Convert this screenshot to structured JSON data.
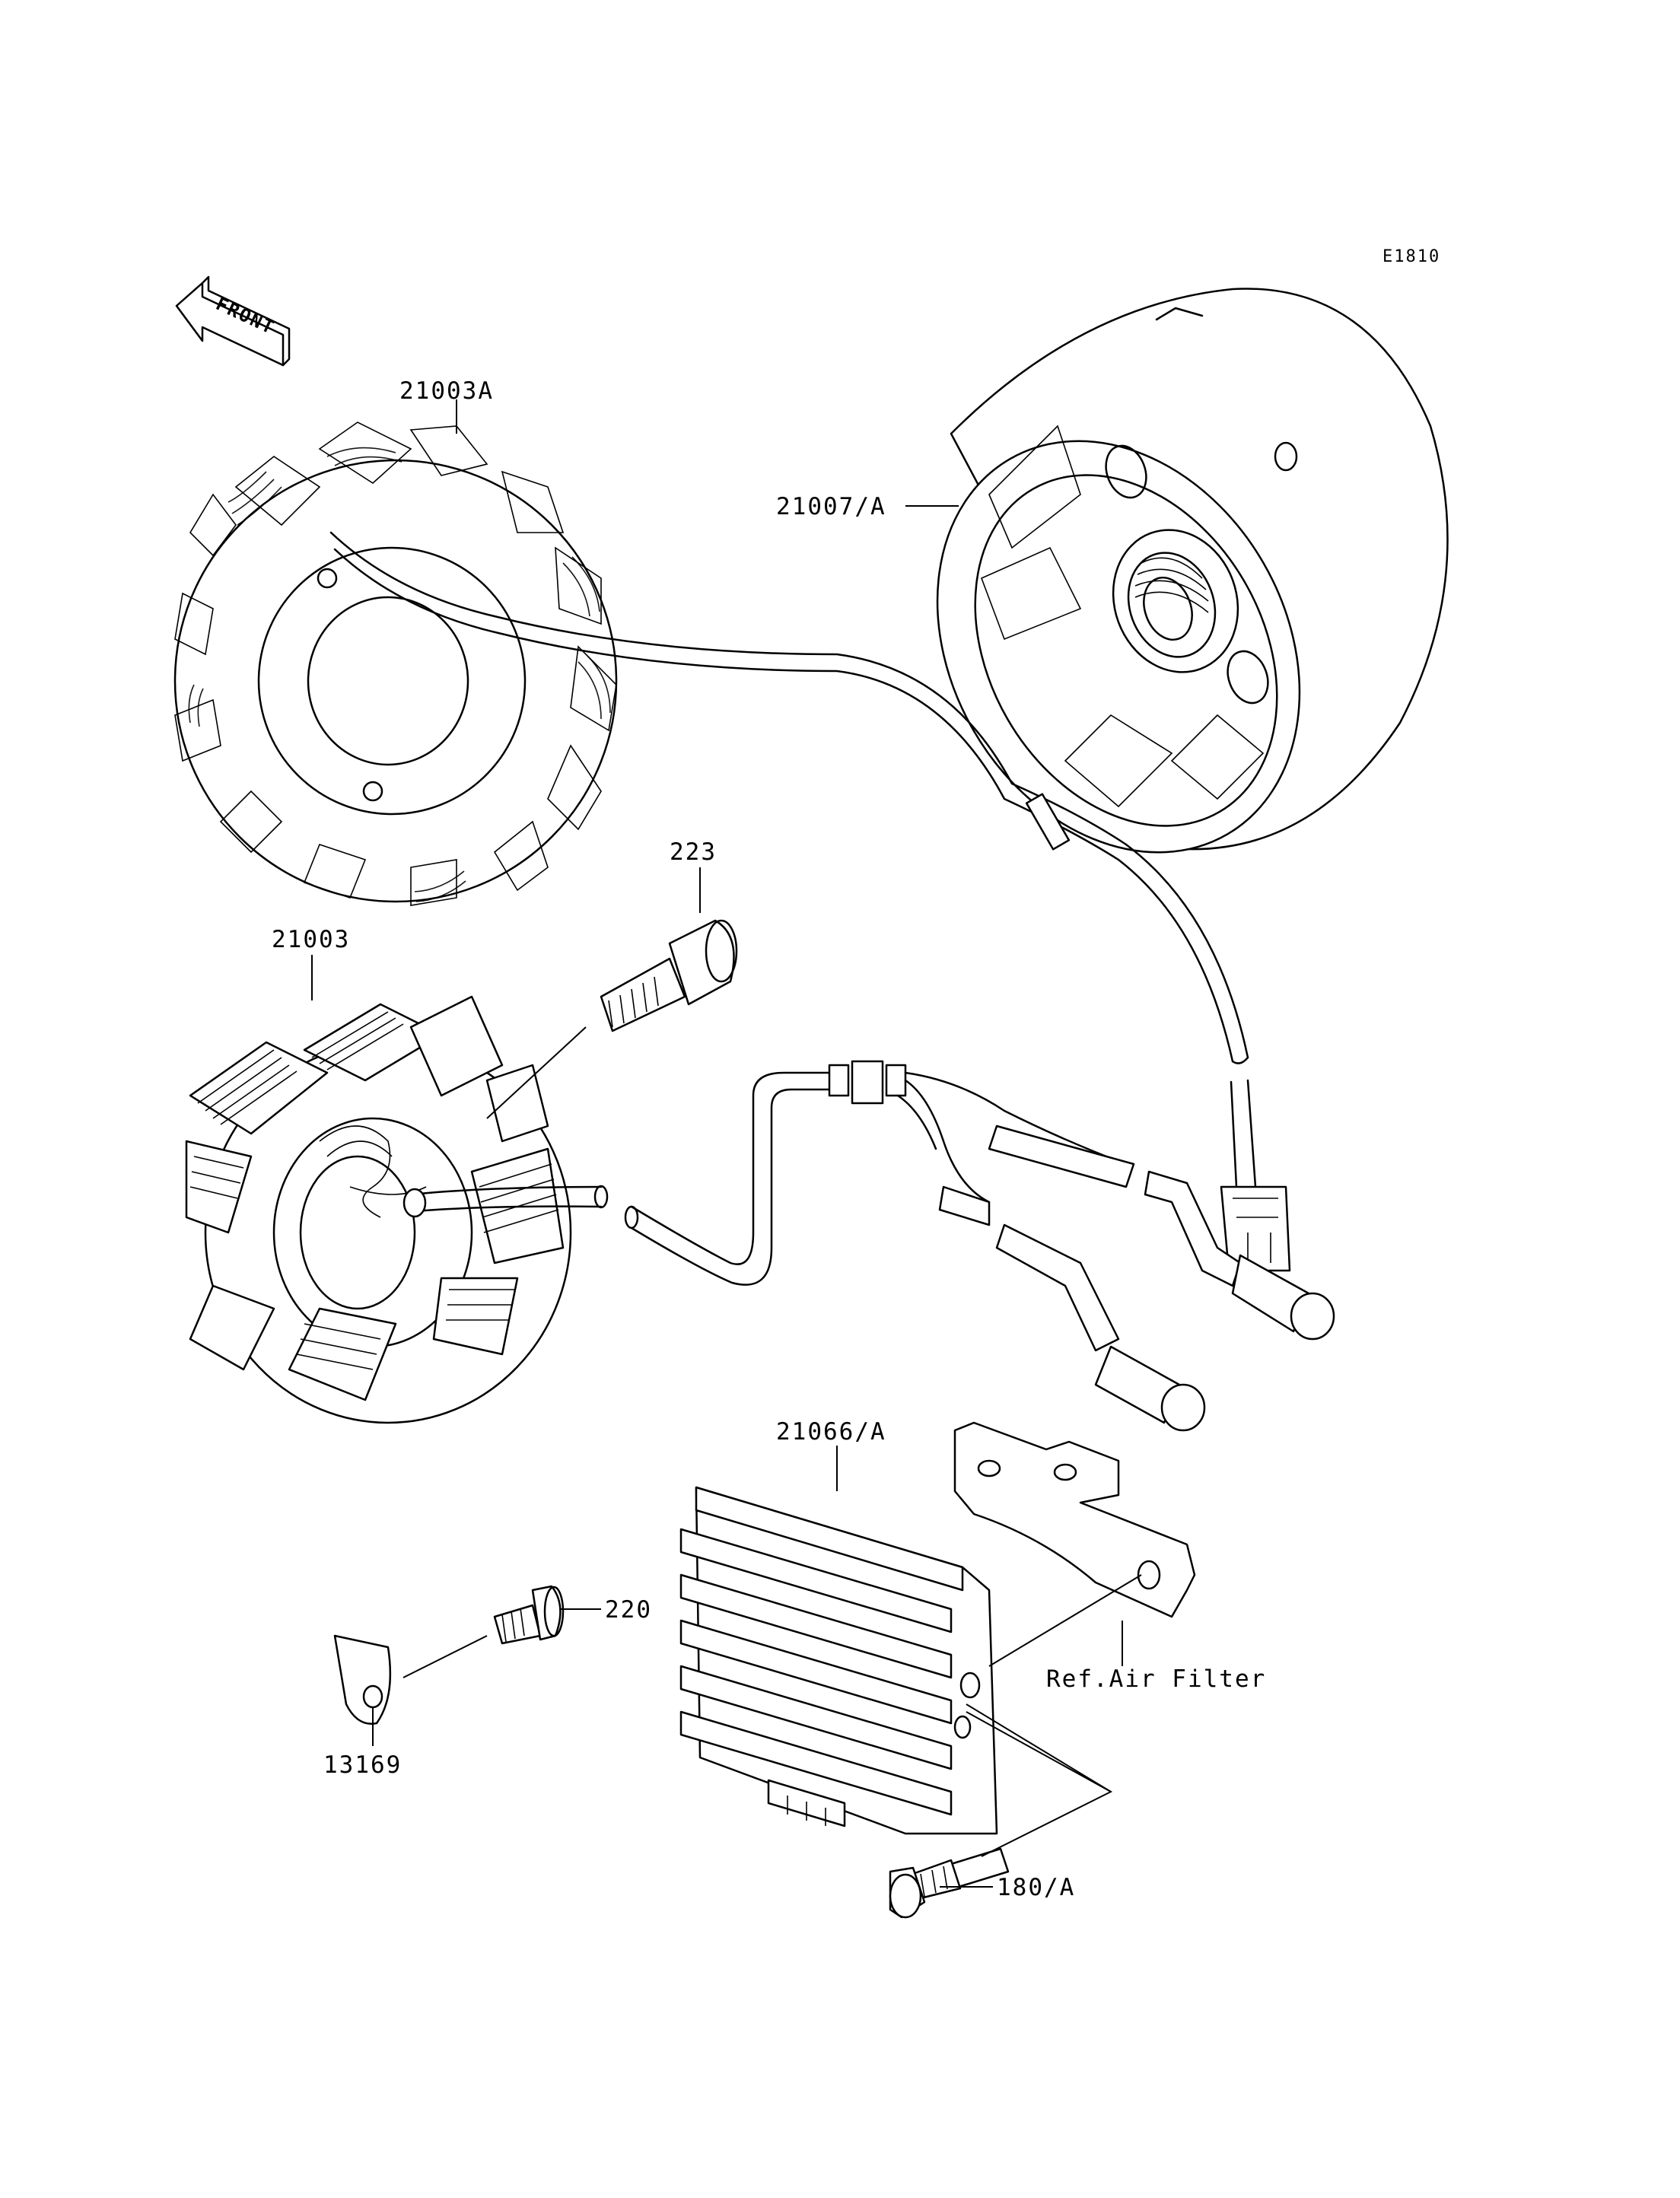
{
  "diagram_code": "E1810",
  "front_label": "FRONT",
  "parts": [
    {
      "id": "stator-a",
      "number": "21003A"
    },
    {
      "id": "rotor",
      "number": "21007/A"
    },
    {
      "id": "bolt-223",
      "number": "223"
    },
    {
      "id": "stator",
      "number": "21003"
    },
    {
      "id": "regulator",
      "number": "21066/A"
    },
    {
      "id": "bolt-220",
      "number": "220"
    },
    {
      "id": "clamp",
      "number": "13169"
    },
    {
      "id": "bolt-180",
      "number": "180/A"
    }
  ],
  "reference_note": "Ref.Air Filter"
}
